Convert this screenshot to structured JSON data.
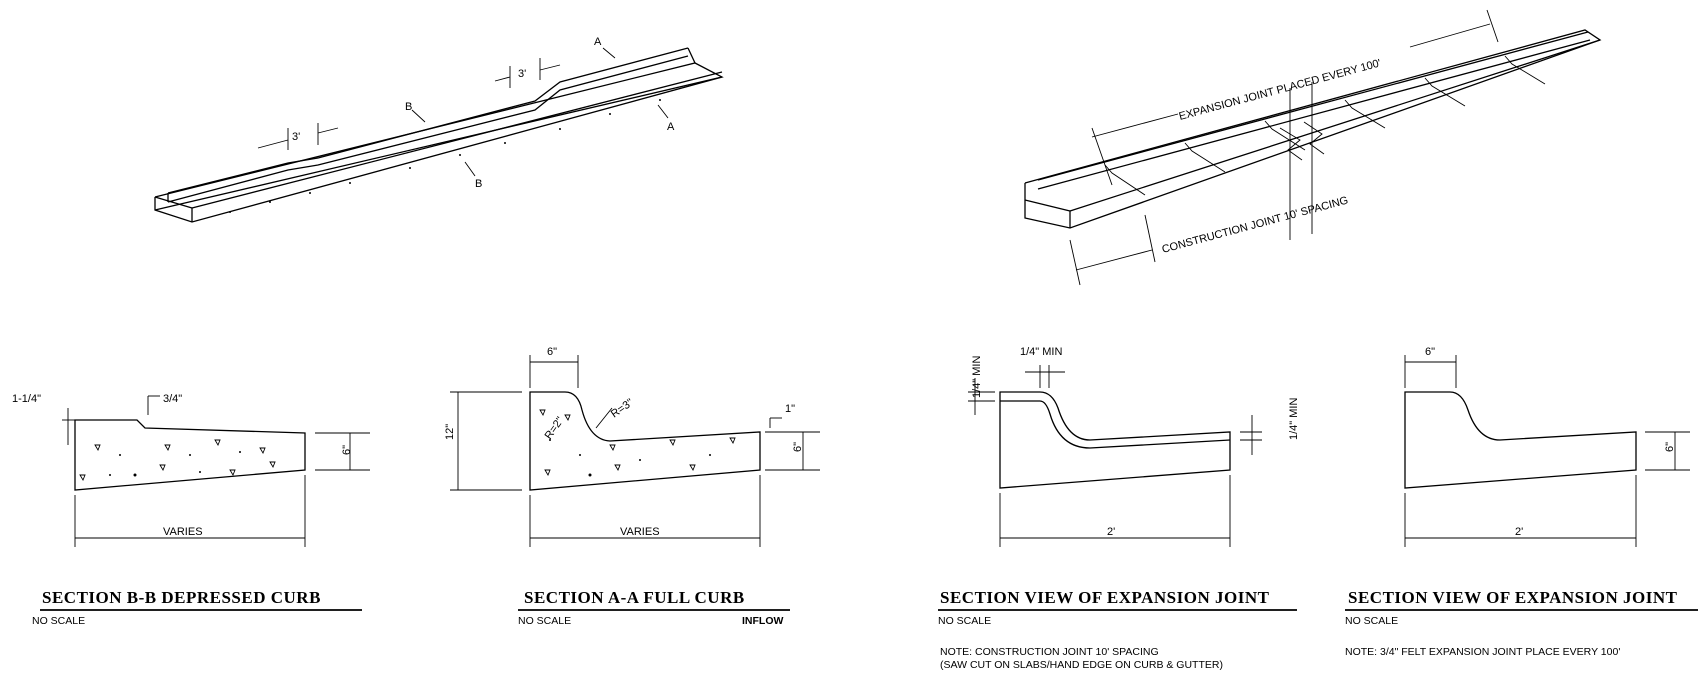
{
  "iso_curb": {
    "dim_left": "3'",
    "dim_right": "3'",
    "callout_a_top": "A",
    "callout_a_bottom": "A",
    "callout_b_top": "B",
    "callout_b_bottom": "B"
  },
  "iso_joint": {
    "expansion_label": "EXPANSION JOINT PLACED EVERY 100'",
    "construction_label": "CONSTRUCTION JOINT 10' SPACING"
  },
  "section_bb": {
    "dim_left": "1-1/4\"",
    "dim_top": "3/4\"",
    "dim_right": "6\"",
    "dim_bottom": "VARIES",
    "title": "SECTION B-B DEPRESSED CURB",
    "scale": "NO SCALE"
  },
  "section_aa": {
    "dim_top": "6\"",
    "dim_left": "12\"",
    "radius_1": "R=2\"",
    "radius_2": "R=3\"",
    "dim_right_top": "1\"",
    "dim_right": "6\"",
    "dim_bottom": "VARIES",
    "title": "SECTION A-A FULL CURB",
    "scale": "NO SCALE",
    "note_right": "INFLOW"
  },
  "section_exp1": {
    "dim_top": "1/4\" MIN",
    "dim_left": "1/4\" MIN",
    "dim_right": "1/4\" MIN",
    "dim_bottom": "2'",
    "title": "SECTION VIEW OF EXPANSION JOINT",
    "scale": "NO SCALE",
    "note_line1": "NOTE: CONSTRUCTION JOINT 10' SPACING",
    "note_line2": "(SAW CUT ON SLABS/HAND EDGE ON CURB & GUTTER)"
  },
  "section_exp2": {
    "dim_top": "6\"",
    "dim_right": "6\"",
    "dim_bottom": "2'",
    "title": "SECTION VIEW OF EXPANSION JOINT",
    "scale": "NO SCALE",
    "note": "NOTE: 3/4\" FELT EXPANSION JOINT PLACE EVERY 100'"
  }
}
